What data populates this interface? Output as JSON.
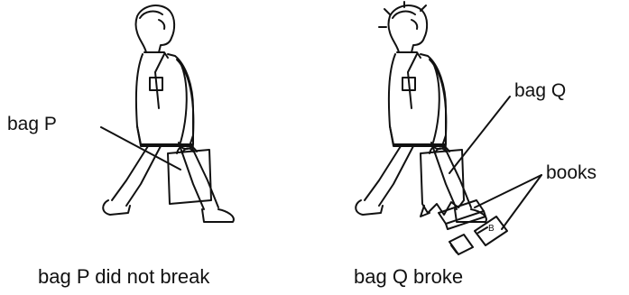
{
  "scene_left": {
    "label": "bag P",
    "caption": "bag P did not break"
  },
  "scene_right": {
    "bag_label": "bag Q",
    "books_label": "books",
    "caption": "bag Q broke",
    "book_letter": "B"
  },
  "colors": {
    "ink": "#111111",
    "background": "#ffffff"
  }
}
